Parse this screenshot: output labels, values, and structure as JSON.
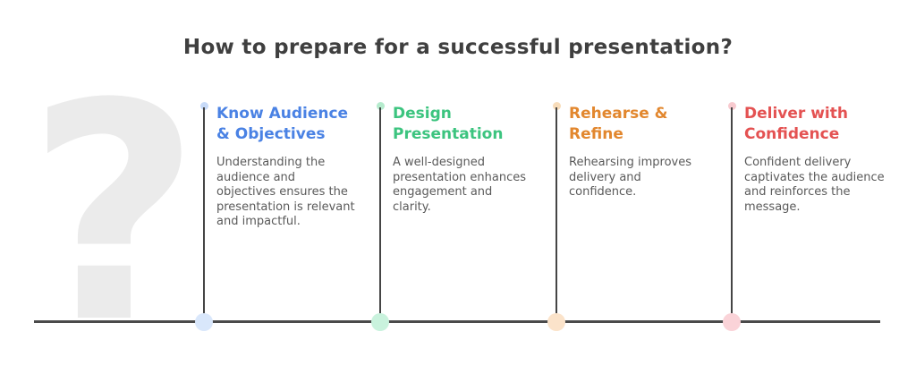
{
  "title": "How to prepare for a successful presentation?",
  "title_color": "#3f3f3f",
  "watermark": {
    "glyph": "?",
    "color": "#ebebeb"
  },
  "timeline": {
    "line_color": "#4a4a4a"
  },
  "body_text_color": "#5a5a5a",
  "columns": [
    {
      "title": "Know Audience\n& Objectives",
      "description": "Understanding the audience and objectives ensures the presentation is relevant and impactful.",
      "accent_color": "#4a82e4",
      "top_dot_color": "#c7daf8",
      "bottom_dot_color": "#d9e7fb"
    },
    {
      "title": "Design\nPresentation",
      "description": "A well-designed presentation enhances engagement and clarity.",
      "accent_color": "#3cc47f",
      "top_dot_color": "#b5ebcd",
      "bottom_dot_color": "#c9f2dd"
    },
    {
      "title": "Rehearse &\nRefine",
      "description": "Rehearsing improves delivery and confidence.",
      "accent_color": "#e2872e",
      "top_dot_color": "#f7dcba",
      "bottom_dot_color": "#fbe3ca"
    },
    {
      "title": "Deliver with\nConfidence",
      "description": "Confident delivery captivates the audience and reinforces the message.",
      "accent_color": "#e45252",
      "top_dot_color": "#f8cacf",
      "bottom_dot_color": "#fad3d8"
    }
  ]
}
